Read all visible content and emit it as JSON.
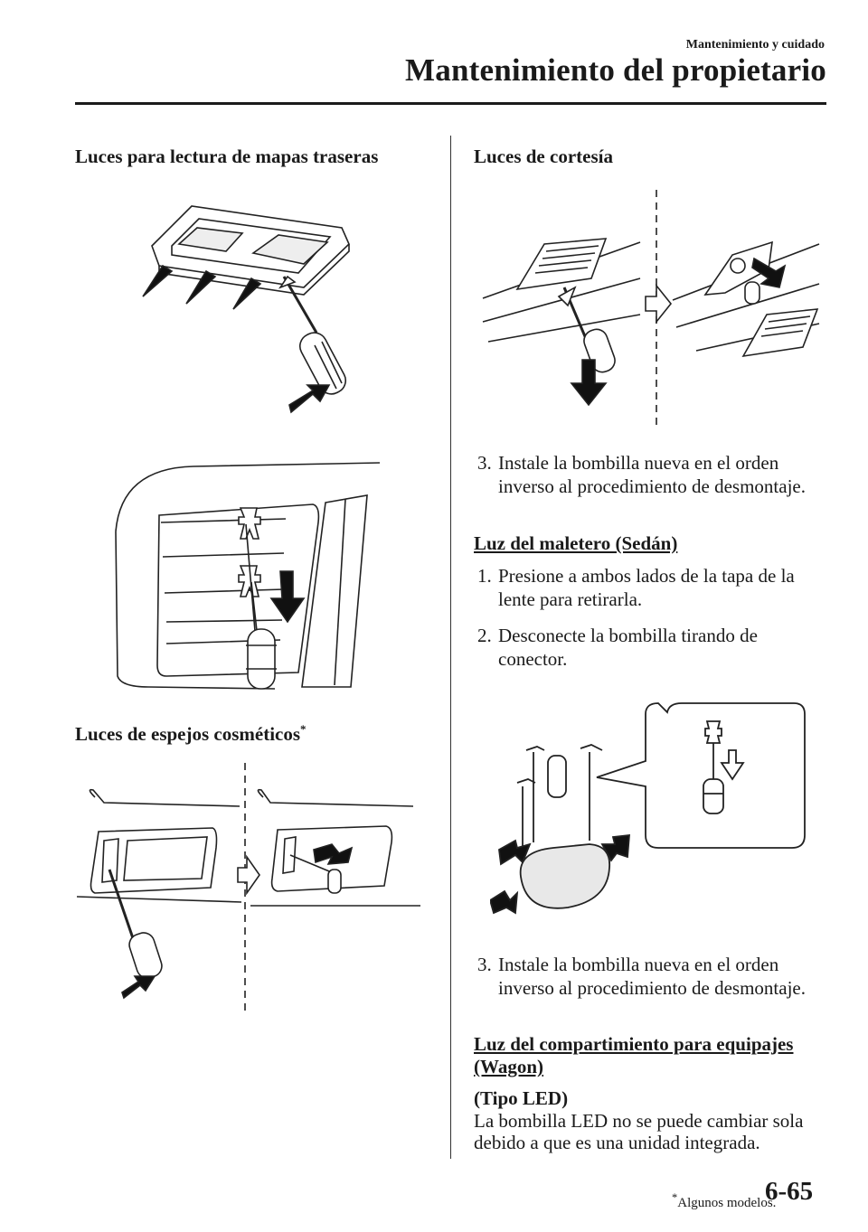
{
  "header": {
    "section": "Mantenimiento y cuidado",
    "title": "Mantenimiento del propietario"
  },
  "left": {
    "heading1": "Luces para lectura de mapas traseras",
    "heading2": "Luces de espejos cosméticos",
    "heading2_mark": "*"
  },
  "right": {
    "heading1": "Luces de cortesía",
    "step_a": {
      "num": "3.",
      "text": "Instale la bombilla nueva en el orden inverso al procedimiento de desmontaje."
    },
    "sub1": "Luz del maletero (Sedán)",
    "step_b": {
      "num": "1.",
      "text": "Presione a ambos lados de la tapa de la lente para retirarla."
    },
    "step_c": {
      "num": "2.",
      "text": "Desconecte la bombilla tirando de conector."
    },
    "step_d": {
      "num": "3.",
      "text": "Instale la bombilla nueva en el orden inverso al procedimiento de desmontaje."
    },
    "sub2": "Luz del compartimiento para equipajes (Wagon)",
    "sub3": "(Tipo LED)",
    "para": "La bombilla LED no se puede cambiar sola debido a que es una unidad integrada."
  },
  "footer": {
    "footnote_mark": "*",
    "footnote": "Algunos modelos.",
    "page": "6-65"
  }
}
